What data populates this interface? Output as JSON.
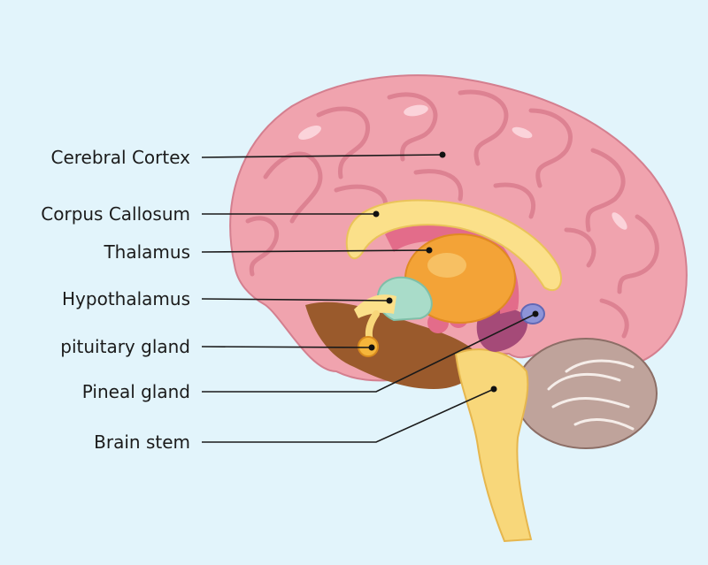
{
  "labels": {
    "cerebral_cortex": "Cerebral Cortex",
    "corpus_callosum": "Corpus Callosum",
    "thalamus": "Thalamus",
    "hypothalamus": "Hypothalamus",
    "pituitary_gland": "pituitary gland",
    "pineal_gland": "Pineal gland",
    "brain_stem": "Brain stem"
  },
  "colors": {
    "background": "#e2f4fb",
    "cortex": "#f0a3ae",
    "cortex_fold": "#dd8292",
    "corpus_callosum": "#fbe08a",
    "thalamus": "#f3a337",
    "hypothalamus": "#a9dcc9",
    "pituitary": "#f6b63b",
    "pineal": "#8d94d8",
    "brain_stem": "#f8d77a",
    "cerebellum": "#bfa39b",
    "limbic": "#e36c8a",
    "midbrain": "#a54a78",
    "inner_brown": "#9a5a2c"
  }
}
